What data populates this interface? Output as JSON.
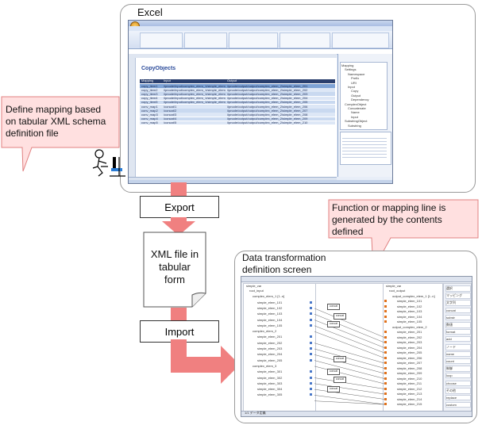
{
  "excel_panel": {
    "title": "Excel",
    "sheet_title": "CopyObjects",
    "column_headers": [
      "Mapping",
      "Input",
      "Output"
    ],
    "rows": [
      [
        "copy_item1",
        "/ipnode/input/complex_elem_1/simple_elem_101",
        "/ipnode/output/output/complex_elem_2/simple_elem_201"
      ],
      [
        "copy_item2",
        "/ipnode/input/complex_elem_1/simple_elem_102",
        "/ipnode/output/output/complex_elem_2/simple_elem_202"
      ],
      [
        "copy_item3",
        "/ipnode/input/complex_elem_1/simple_elem_103",
        "/ipnode/output/output/complex_elem_2/simple_elem_203"
      ],
      [
        "copy_item4",
        "/ipnode/input/complex_elem_1/simple_elem_104",
        "/ipnode/output/output/complex_elem_2/simple_elem_204"
      ],
      [
        "copy_item5",
        "/ipnode/input/complex_elem_1/simple_elem_105",
        "/ipnode/output/output/complex_elem_2/simple_elem_205"
      ],
      [
        "conv_map1",
        "/concat/1",
        "/ipnode/output/output/complex_elem_2/simple_elem_206"
      ],
      [
        "conv_map2",
        "/concat/2",
        "/ipnode/output/output/complex_elem_2/simple_elem_207"
      ],
      [
        "conv_map3",
        "/concat/3",
        "/ipnode/output/output/complex_elem_2/simple_elem_208"
      ],
      [
        "conv_map4",
        "/concat/4",
        "/ipnode/output/output/complex_elem_2/simple_elem_209"
      ],
      [
        "conv_map5",
        "/concat/5",
        "/ipnode/output/output/complex_elem_2/simple_elem_210"
      ]
    ],
    "tree_items": [
      "Mapping",
      "Settings",
      "Namespace",
      "Prefix",
      "URI",
      "Input",
      "Copy",
      "Output",
      "Dependency",
      "ComplexObject",
      "Concatenate",
      "Name",
      "Input",
      "SubstringObject",
      "Substring"
    ]
  },
  "callout_left": {
    "text_lines": [
      "Define mapping based",
      "on tabular XML schema",
      "definition file"
    ]
  },
  "export_label": "Export",
  "document": {
    "text_lines": [
      "XML file in",
      "tabular",
      "form"
    ]
  },
  "import_label": "Import",
  "callout_right": {
    "text_lines": [
      "Function or mapping line is",
      "generated by the contents",
      "defined"
    ]
  },
  "transform_panel": {
    "title_lines": [
      "Data transformation",
      "definition screen"
    ],
    "left_root": "simple_var",
    "left_nodes": [
      "root_input",
      "complex_elem_1 [1..n]",
      "simple_elem_101",
      "simple_elem_102",
      "simple_elem_103",
      "simple_elem_104",
      "simple_elem_105",
      "complex_elem_2",
      "simple_elem_201",
      "simple_elem_202",
      "simple_elem_203",
      "simple_elem_204",
      "simple_elem_205",
      "complex_elem_3",
      "simple_elem_301",
      "simple_elem_302",
      "simple_elem_303",
      "simple_elem_304",
      "simple_elem_305"
    ],
    "right_root": "simple_var",
    "right_nodes": [
      "root_output",
      "output_complex_elem_1 [1..n]",
      "simple_elem_101",
      "simple_elem_102",
      "simple_elem_103",
      "simple_elem_104",
      "simple_elem_105",
      "output_complex_elem_2",
      "simple_elem_201",
      "simple_elem_202",
      "simple_elem_203",
      "simple_elem_204",
      "simple_elem_205",
      "simple_elem_206",
      "simple_elem_207",
      "simple_elem_208",
      "simple_elem_209",
      "simple_elem_210",
      "simple_elem_211",
      "simple_elem_212",
      "simple_elem_213",
      "simple_elem_214",
      "simple_elem_215"
    ],
    "function_boxes": [
      "concat",
      "concat",
      "concat",
      "concat",
      "concat",
      "concat",
      "concat"
    ],
    "palette_items": [
      "選択",
      "マッピング",
      "文字列",
      "concat",
      "substr",
      "数値",
      "format",
      "add",
      "ノード",
      "name",
      "count",
      "制御",
      "loop",
      "choose",
      "その他",
      "replace",
      "custom"
    ],
    "status_text": "1/1 データ定義"
  },
  "colors": {
    "arrow": "#f08080",
    "callout_fill": "#ffe0e0",
    "callout_border": "#e08080",
    "excel_header": "#2a3f6e",
    "row_band": "#c9d9f0",
    "row_selected": "#7ea3d6"
  }
}
